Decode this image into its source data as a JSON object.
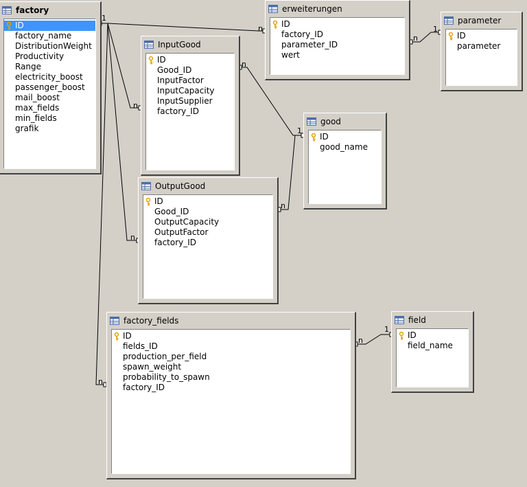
{
  "tables": {
    "factory": {
      "title": "factory",
      "fields": [
        "ID",
        "factory_name",
        "DistributionWeight",
        "Productivity",
        "Range",
        "electricity_boost",
        "passenger_boost",
        "mail_boost",
        "max_fields",
        "min_fields",
        "grafik"
      ]
    },
    "erweiterungen": {
      "title": "erweiterungen",
      "fields": [
        "ID",
        "factory_ID",
        "parameter_ID",
        "wert"
      ]
    },
    "parameter": {
      "title": "parameter",
      "fields": [
        "ID",
        "parameter"
      ]
    },
    "inputgood": {
      "title": "InputGood",
      "fields": [
        "ID",
        "Good_ID",
        "InputFactor",
        "InputCapacity",
        "InputSupplier",
        "factory_ID"
      ]
    },
    "good": {
      "title": "good",
      "fields": [
        "ID",
        "good_name"
      ]
    },
    "outputgood": {
      "title": "OutputGood",
      "fields": [
        "ID",
        "Good_ID",
        "OutputCapacity",
        "OutputFactor",
        "factory_ID"
      ]
    },
    "factory_fields": {
      "title": "factory_fields",
      "fields": [
        "ID",
        "fields_ID",
        "production_per_field",
        "spawn_weight",
        "probability_to_spawn",
        "factory_ID"
      ]
    },
    "field": {
      "title": "field",
      "fields": [
        "ID",
        "field_name"
      ]
    }
  },
  "cardinality": {
    "one": "1",
    "many": "n"
  },
  "colors": {
    "background": "#d4d0c8",
    "selection": "#3d95ff",
    "key_icon": "#e0a000",
    "table_icon": "#4a6ea8"
  }
}
